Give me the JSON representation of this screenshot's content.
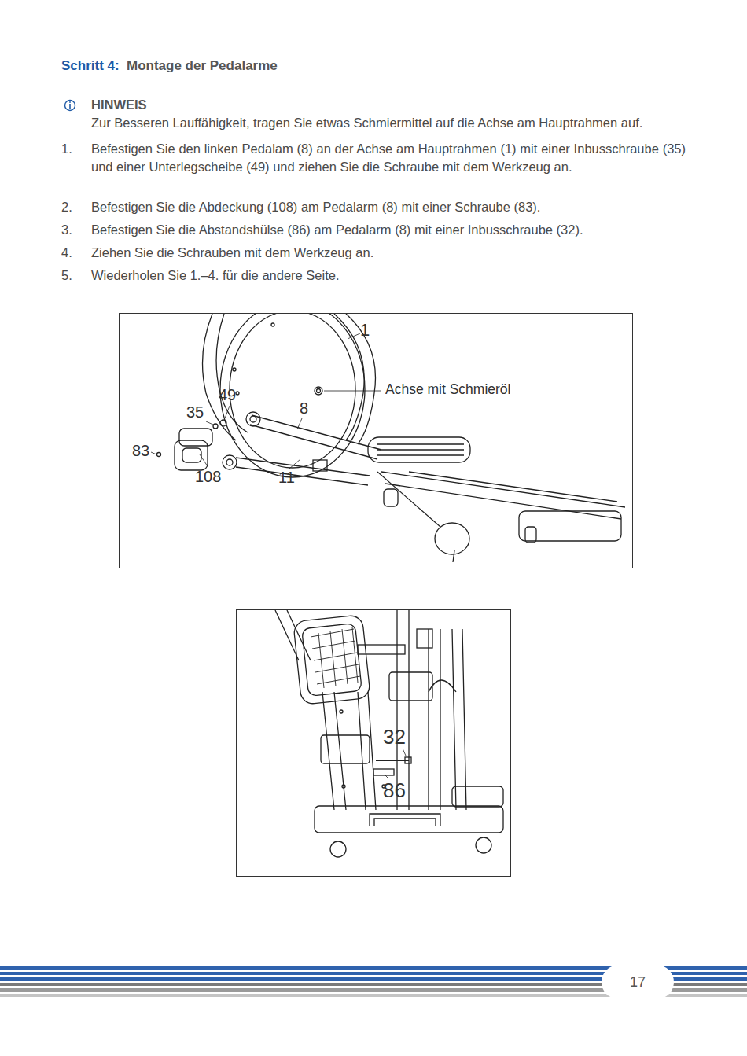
{
  "diagram": {
    "title": "Montage der Pedalarme",
    "nodes": [
      {
        "text": [
          "1",
          "Achse mit Schmieröl",
          "49",
          "8",
          "35",
          "83",
          "108",
          "11"
        ]
      },
      {
        "text": [
          "32",
          "86"
        ]
      },
      {
        "text": [
          "17"
        ]
      }
    ],
    "labels": [
      "Schritt 4:",
      "HINWEIS",
      "Zur Besseren Lauffähigkeit, tragen Sie etwas Schmiermittel auf die Achse am Hauptrahmen auf.",
      "1.",
      "Befestigen Sie den linken Pedalam (8) an der Achse am Hauptrahmen (1) mit einer Inbusschraube (35) und einer Unterlegscheibe (49) und ziehen Sie die Schraube mit dem Werkzeug an.",
      "2.",
      "Befestigen Sie die Abdeckung (108) am Pedalarm (8) mit einer Schraube (83).",
      "3.",
      "Befestigen Sie die Abstandshülse (86) am Pedalarm (8) mit einer Inbusschraube (32).",
      "4.",
      "Ziehen Sie die Schrauben mit dem Werkzeug an.",
      "5.",
      "Wiederholen Sie 1.–4. für die andere Seite."
    ]
  }
}
